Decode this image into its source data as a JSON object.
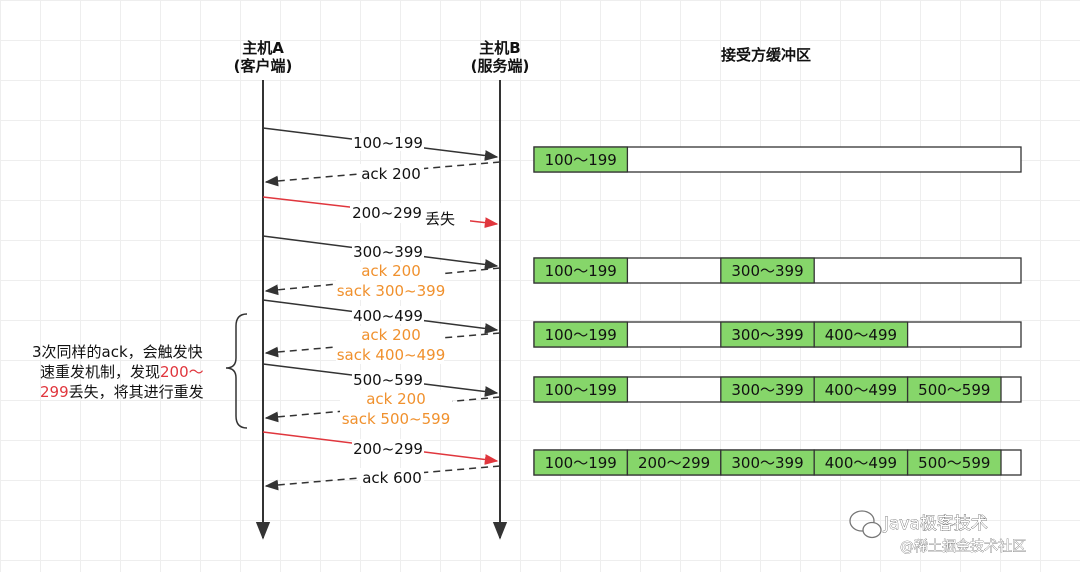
{
  "hosts": {
    "a_line1": "主机A",
    "a_line2": "(客户端)",
    "b_line1": "主机B",
    "b_line2": "(服务端)"
  },
  "buffer_title": "接受方缓冲区",
  "messages": [
    {
      "label": "100~199",
      "direction": "A->B",
      "style": "solid",
      "color": "#333333"
    },
    {
      "label": "ack 200",
      "direction": "B->A",
      "style": "dashed",
      "color": "#333333"
    },
    {
      "label": "200~299",
      "direction": "A->B",
      "style": "solid",
      "color": "#e0363d",
      "lost_text": "丢失"
    },
    {
      "label": "300~399",
      "direction": "A->B",
      "style": "solid",
      "color": "#333333"
    },
    {
      "label": "ack 200",
      "sublabel": "sack 300~399",
      "direction": "B->A",
      "style": "dashed",
      "color": "#f0912e"
    },
    {
      "label": "400~499",
      "direction": "A->B",
      "style": "solid",
      "color": "#333333"
    },
    {
      "label": "ack 200",
      "sublabel": "sack 400~499",
      "direction": "B->A",
      "style": "dashed",
      "color": "#f0912e"
    },
    {
      "label": "500~599",
      "direction": "A->B",
      "style": "solid",
      "color": "#333333"
    },
    {
      "label": "ack 200",
      "sublabel": "sack 500~599",
      "direction": "B->A",
      "style": "dashed",
      "color": "#f0912e"
    },
    {
      "label": "200~299",
      "direction": "A->B",
      "style": "solid",
      "color": "#e0363d"
    },
    {
      "label": "ack 600",
      "direction": "B->A",
      "style": "dashed",
      "color": "#333333"
    }
  ],
  "buffers": [
    [
      "100～199",
      "",
      "",
      "",
      ""
    ],
    [
      "100～199",
      "",
      "300～399",
      "",
      ""
    ],
    [
      "100～199",
      "",
      "300～399",
      "400～499",
      ""
    ],
    [
      "100～199",
      "",
      "300～399",
      "400～499",
      "500～599"
    ],
    [
      "100～199",
      "200～299",
      "300～399",
      "400～499",
      "500～599"
    ]
  ],
  "note": {
    "line1": "3次同样的ack，会触发快",
    "line2a": "速重发机制，发现",
    "line2b": "200～",
    "line3a": "299",
    "line3b": "丢失，将其进行重发"
  },
  "watermark": {
    "line1": "Java极客技术",
    "line2": "@稀土掘金技术社区"
  },
  "colors": {
    "filled_cell": "#86d66a",
    "empty_cell": "#ffffff",
    "lost_arrow": "#e0363d",
    "sack_text": "#f0912e",
    "lifeline": "#333333"
  }
}
